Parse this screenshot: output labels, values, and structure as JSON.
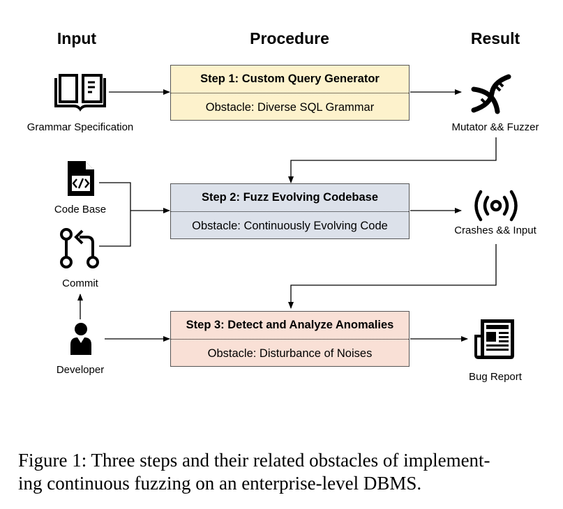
{
  "columns": {
    "input": "Input",
    "procedure": "Procedure",
    "result": "Result"
  },
  "steps": [
    {
      "title": "Step 1: Custom Query Generator",
      "obstacle": "Obstacle: Diverse SQL Grammar",
      "color": "#fdf2cc"
    },
    {
      "title": "Step 2: Fuzz Evolving Codebase",
      "obstacle": "Obstacle: Continuously Evolving Code",
      "color": "#dce1ea"
    },
    {
      "title": "Step 3: Detect and Analyze Anomalies",
      "obstacle": "Obstacle: Disturbance of Noises",
      "color": "#f9e0d6"
    }
  ],
  "inputs": {
    "grammar": {
      "label": "Grammar Specification",
      "icon": "book-icon"
    },
    "codebase": {
      "label": "Code Base",
      "icon": "code-file-icon"
    },
    "commit": {
      "label": "Commit",
      "icon": "git-commit-icon"
    },
    "developer": {
      "label": "Developer",
      "icon": "person-icon"
    }
  },
  "results": {
    "mutator": {
      "label": "Mutator && Fuzzer",
      "icon": "dna-icon"
    },
    "crashes": {
      "label": "Crashes && Input",
      "icon": "signal-icon"
    },
    "bugreport": {
      "label": "Bug Report",
      "icon": "newspaper-icon"
    }
  },
  "caption": "Figure 1: Three steps and their related obstacles of implementing continuous fuzzing on an enterprise-level DBMS.",
  "caption_lines": [
    "Figure 1: Three steps and their related obstacles of implement-",
    "ing continuous fuzzing on an enterprise-level DBMS."
  ]
}
